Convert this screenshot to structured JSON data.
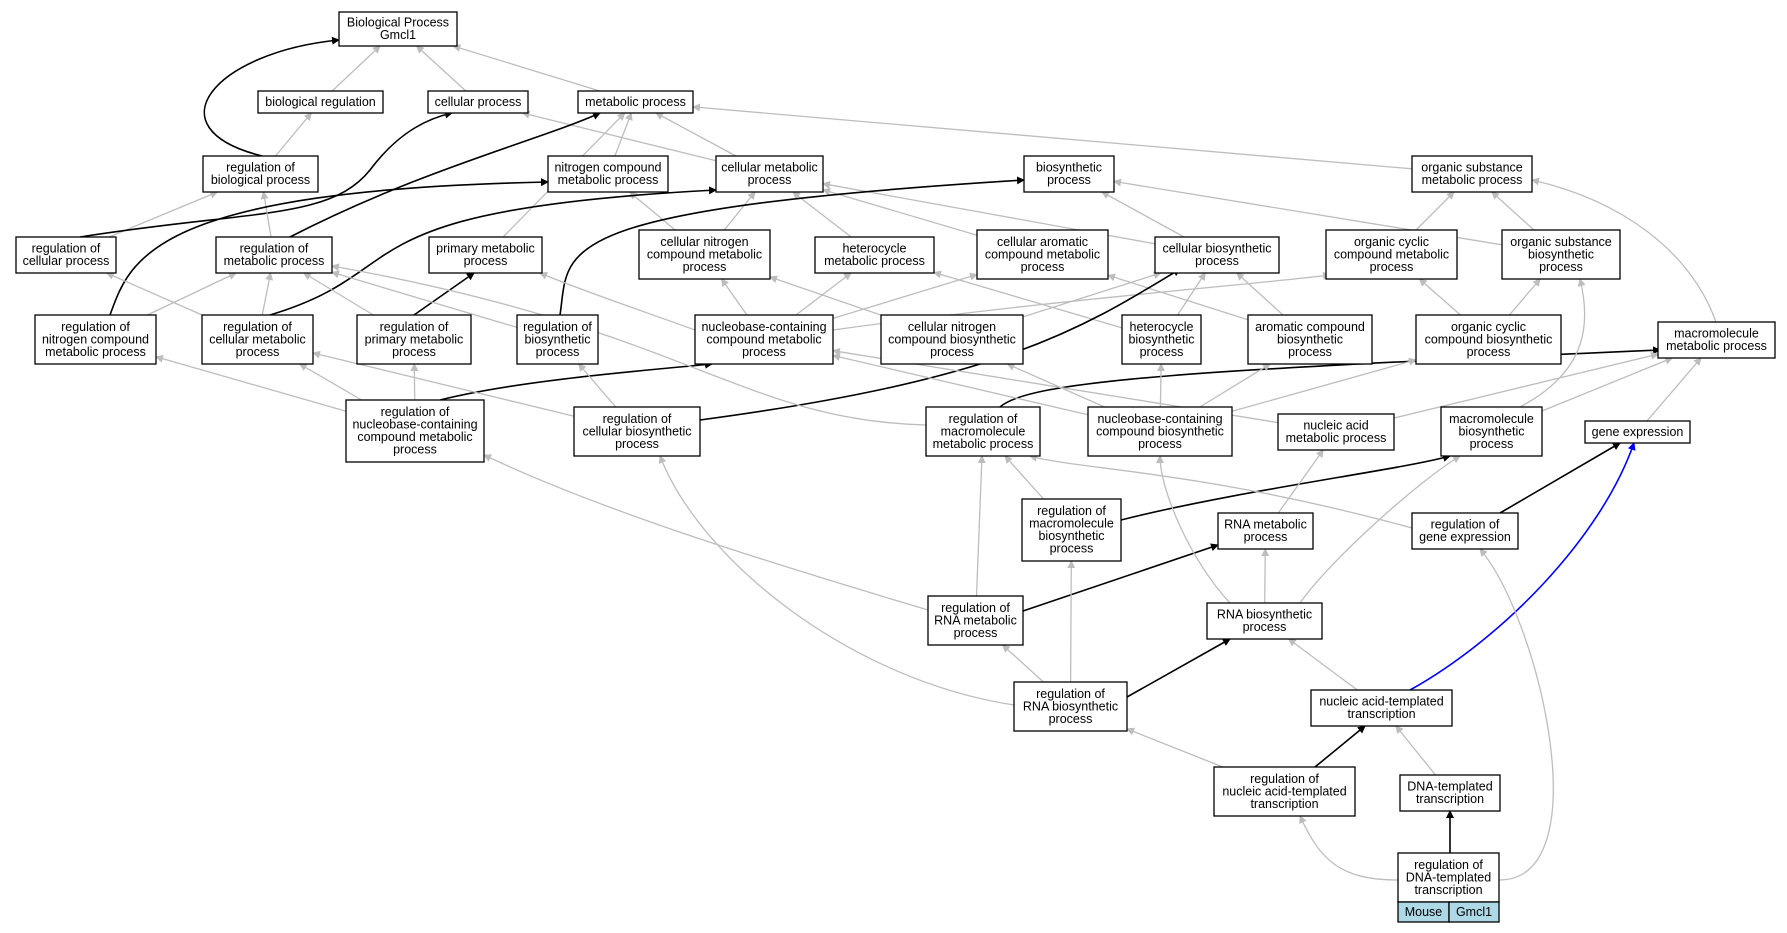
{
  "graph": {
    "colors": {
      "grey": "#bdbdbd",
      "black": "#000000",
      "blue": "#0000ff",
      "tag_fill": "#add8e6"
    },
    "nodes": [
      {
        "id": "root",
        "lines": [
          "Biological Process",
          "Gmcl1"
        ]
      },
      {
        "id": "bioreg",
        "lines": [
          "biological regulation"
        ]
      },
      {
        "id": "cellproc",
        "lines": [
          "cellular process"
        ]
      },
      {
        "id": "metproc",
        "lines": [
          "metabolic process"
        ]
      },
      {
        "id": "regbio",
        "lines": [
          "regulation of",
          "biological process"
        ]
      },
      {
        "id": "nitmet",
        "lines": [
          "nitrogen compound",
          "metabolic process"
        ]
      },
      {
        "id": "cellmet",
        "lines": [
          "cellular metabolic",
          "process"
        ]
      },
      {
        "id": "biosyn",
        "lines": [
          "biosynthetic",
          "process"
        ]
      },
      {
        "id": "orgsubmet",
        "lines": [
          "organic substance",
          "metabolic process"
        ]
      },
      {
        "id": "regcell",
        "lines": [
          "regulation of",
          "cellular process"
        ]
      },
      {
        "id": "regmet",
        "lines": [
          "regulation of",
          "metabolic process"
        ]
      },
      {
        "id": "primmet",
        "lines": [
          "primary metabolic",
          "process"
        ]
      },
      {
        "id": "cellnitmet",
        "lines": [
          "cellular nitrogen",
          "compound metabolic",
          "process"
        ]
      },
      {
        "id": "hetmet",
        "lines": [
          "heterocycle",
          "metabolic process"
        ]
      },
      {
        "id": "cellaromet",
        "lines": [
          "cellular aromatic",
          "compound metabolic",
          "process"
        ]
      },
      {
        "id": "cellbiosyn",
        "lines": [
          "cellular biosynthetic",
          "process"
        ]
      },
      {
        "id": "orgcycmet",
        "lines": [
          "organic cyclic",
          "compound metabolic",
          "process"
        ]
      },
      {
        "id": "orgsubbiosyn",
        "lines": [
          "organic substance",
          "biosynthetic",
          "process"
        ]
      },
      {
        "id": "regnitmet",
        "lines": [
          "regulation of",
          "nitrogen compound",
          "metabolic process"
        ]
      },
      {
        "id": "regcellmet",
        "lines": [
          "regulation of",
          "cellular metabolic",
          "process"
        ]
      },
      {
        "id": "regprimmet",
        "lines": [
          "regulation of",
          "primary metabolic",
          "process"
        ]
      },
      {
        "id": "regbiosyn",
        "lines": [
          "regulation of",
          "biosynthetic",
          "process"
        ]
      },
      {
        "id": "nucbasemet",
        "lines": [
          "nucleobase-containing",
          "compound metabolic",
          "process"
        ]
      },
      {
        "id": "cellnitbiosyn",
        "lines": [
          "cellular nitrogen",
          "compound biosynthetic",
          "process"
        ]
      },
      {
        "id": "hetbiosyn",
        "lines": [
          "heterocycle",
          "biosynthetic",
          "process"
        ]
      },
      {
        "id": "arobiosyn",
        "lines": [
          "aromatic compound",
          "biosynthetic",
          "process"
        ]
      },
      {
        "id": "orgcycbiosyn",
        "lines": [
          "organic cyclic",
          "compound biosynthetic",
          "process"
        ]
      },
      {
        "id": "macromet",
        "lines": [
          "macromolecule",
          "metabolic process"
        ]
      },
      {
        "id": "regnucbasemet",
        "lines": [
          "regulation of",
          "nucleobase-containing",
          "compound metabolic",
          "process"
        ]
      },
      {
        "id": "regcellbiosyn",
        "lines": [
          "regulation of",
          "cellular biosynthetic",
          "process"
        ]
      },
      {
        "id": "regmacromet",
        "lines": [
          "regulation of",
          "macromolecule",
          "metabolic process"
        ]
      },
      {
        "id": "nucbasebiosyn",
        "lines": [
          "nucleobase-containing",
          "compound biosynthetic",
          "process"
        ]
      },
      {
        "id": "nucacidmet",
        "lines": [
          "nucleic acid",
          "metabolic process"
        ]
      },
      {
        "id": "macrobiosyn",
        "lines": [
          "macromolecule",
          "biosynthetic",
          "process"
        ]
      },
      {
        "id": "geneexp",
        "lines": [
          "gene expression"
        ]
      },
      {
        "id": "regmacrobiosyn",
        "lines": [
          "regulation of",
          "macromolecule",
          "biosynthetic",
          "process"
        ]
      },
      {
        "id": "rnamet",
        "lines": [
          "RNA metabolic",
          "process"
        ]
      },
      {
        "id": "reggeneexp",
        "lines": [
          "regulation of",
          "gene expression"
        ]
      },
      {
        "id": "regrnamet",
        "lines": [
          "regulation of",
          "RNA metabolic",
          "process"
        ]
      },
      {
        "id": "rnabiosyn",
        "lines": [
          "RNA biosynthetic",
          "process"
        ]
      },
      {
        "id": "regrnabiosyn",
        "lines": [
          "regulation of",
          "RNA biosynthetic",
          "process"
        ]
      },
      {
        "id": "nuctrans",
        "lines": [
          "nucleic acid-templated",
          "transcription"
        ]
      },
      {
        "id": "regnuctrans",
        "lines": [
          "regulation of",
          "nucleic acid-templated",
          "transcription"
        ]
      },
      {
        "id": "dnatrans",
        "lines": [
          "DNA-templated",
          "transcription"
        ]
      },
      {
        "id": "regdnatrans",
        "lines": [
          "regulation of",
          "DNA-templated",
          "transcription"
        ]
      }
    ],
    "tags": [
      "Mouse",
      "Gmcl1"
    ],
    "edges": [
      {
        "from": "bioreg",
        "to": "root",
        "color": "grey"
      },
      {
        "from": "cellproc",
        "to": "root",
        "color": "grey"
      },
      {
        "from": "metproc",
        "to": "root",
        "color": "grey"
      },
      {
        "from": "regbio",
        "to": "root",
        "color": "black"
      },
      {
        "from": "regbio",
        "to": "bioreg",
        "color": "grey"
      },
      {
        "from": "nitmet",
        "to": "metproc",
        "color": "grey"
      },
      {
        "from": "cellmet",
        "to": "metproc",
        "color": "grey"
      },
      {
        "from": "cellmet",
        "to": "cellproc",
        "color": "grey"
      },
      {
        "from": "orgsubmet",
        "to": "metproc",
        "color": "grey"
      },
      {
        "from": "regcell",
        "to": "regbio",
        "color": "grey"
      },
      {
        "from": "regcell",
        "to": "cellproc",
        "color": "black"
      },
      {
        "from": "regmet",
        "to": "regbio",
        "color": "grey"
      },
      {
        "from": "regmet",
        "to": "metproc",
        "color": "black"
      },
      {
        "from": "primmet",
        "to": "metproc",
        "color": "grey"
      },
      {
        "from": "cellnitmet",
        "to": "nitmet",
        "color": "grey"
      },
      {
        "from": "cellnitmet",
        "to": "cellmet",
        "color": "grey"
      },
      {
        "from": "hetmet",
        "to": "cellmet",
        "color": "grey"
      },
      {
        "from": "cellaromet",
        "to": "cellmet",
        "color": "grey"
      },
      {
        "from": "cellbiosyn",
        "to": "biosyn",
        "color": "grey"
      },
      {
        "from": "cellbiosyn",
        "to": "cellmet",
        "color": "grey"
      },
      {
        "from": "orgcycmet",
        "to": "orgsubmet",
        "color": "grey"
      },
      {
        "from": "orgsubbiosyn",
        "to": "orgsubmet",
        "color": "grey"
      },
      {
        "from": "orgsubbiosyn",
        "to": "biosyn",
        "color": "grey"
      },
      {
        "from": "regnitmet",
        "to": "regmet",
        "color": "grey"
      },
      {
        "from": "regnitmet",
        "to": "nitmet",
        "color": "black"
      },
      {
        "from": "regcellmet",
        "to": "regcell",
        "color": "grey"
      },
      {
        "from": "regcellmet",
        "to": "regmet",
        "color": "grey"
      },
      {
        "from": "regcellmet",
        "to": "cellmet",
        "color": "black"
      },
      {
        "from": "regprimmet",
        "to": "regmet",
        "color": "grey"
      },
      {
        "from": "regprimmet",
        "to": "primmet",
        "color": "black"
      },
      {
        "from": "regbiosyn",
        "to": "regmet",
        "color": "grey"
      },
      {
        "from": "regbiosyn",
        "to": "biosyn",
        "color": "black"
      },
      {
        "from": "nucbasemet",
        "to": "cellnitmet",
        "color": "grey"
      },
      {
        "from": "nucbasemet",
        "to": "hetmet",
        "color": "grey"
      },
      {
        "from": "nucbasemet",
        "to": "cellaromet",
        "color": "grey"
      },
      {
        "from": "nucbasemet",
        "to": "orgcycmet",
        "color": "grey"
      },
      {
        "from": "nucbasemet",
        "to": "primmet",
        "color": "grey"
      },
      {
        "from": "cellnitbiosyn",
        "to": "cellnitmet",
        "color": "grey"
      },
      {
        "from": "cellnitbiosyn",
        "to": "cellbiosyn",
        "color": "grey"
      },
      {
        "from": "hetbiosyn",
        "to": "hetmet",
        "color": "grey"
      },
      {
        "from": "hetbiosyn",
        "to": "cellbiosyn",
        "color": "grey"
      },
      {
        "from": "arobiosyn",
        "to": "cellaromet",
        "color": "grey"
      },
      {
        "from": "arobiosyn",
        "to": "cellbiosyn",
        "color": "grey"
      },
      {
        "from": "orgcycbiosyn",
        "to": "orgcycmet",
        "color": "grey"
      },
      {
        "from": "orgcycbiosyn",
        "to": "orgsubbiosyn",
        "color": "grey"
      },
      {
        "from": "macromet",
        "to": "orgsubmet",
        "color": "grey"
      },
      {
        "from": "regnucbasemet",
        "to": "regcellmet",
        "color": "grey"
      },
      {
        "from": "regnucbasemet",
        "to": "regnitmet",
        "color": "grey"
      },
      {
        "from": "regnucbasemet",
        "to": "regprimmet",
        "color": "grey"
      },
      {
        "from": "regnucbasemet",
        "to": "nucbasemet",
        "color": "black"
      },
      {
        "from": "regcellbiosyn",
        "to": "regcellmet",
        "color": "grey"
      },
      {
        "from": "regcellbiosyn",
        "to": "regbiosyn",
        "color": "grey"
      },
      {
        "from": "regcellbiosyn",
        "to": "cellbiosyn",
        "color": "black"
      },
      {
        "from": "regmacromet",
        "to": "regmet",
        "color": "grey"
      },
      {
        "from": "regmacromet",
        "to": "macromet",
        "color": "black"
      },
      {
        "from": "nucbasebiosyn",
        "to": "nucbasemet",
        "color": "grey"
      },
      {
        "from": "nucbasebiosyn",
        "to": "cellnitbiosyn",
        "color": "grey"
      },
      {
        "from": "nucbasebiosyn",
        "to": "hetbiosyn",
        "color": "grey"
      },
      {
        "from": "nucbasebiosyn",
        "to": "arobiosyn",
        "color": "grey"
      },
      {
        "from": "nucbasebiosyn",
        "to": "orgcycbiosyn",
        "color": "grey"
      },
      {
        "from": "nucacidmet",
        "to": "nucbasemet",
        "color": "grey"
      },
      {
        "from": "nucacidmet",
        "to": "macromet",
        "color": "grey"
      },
      {
        "from": "macrobiosyn",
        "to": "macromet",
        "color": "grey"
      },
      {
        "from": "macrobiosyn",
        "to": "orgsubbiosyn",
        "color": "grey"
      },
      {
        "from": "geneexp",
        "to": "macromet",
        "color": "grey"
      },
      {
        "from": "regmacrobiosyn",
        "to": "regmacromet",
        "color": "grey"
      },
      {
        "from": "regmacrobiosyn",
        "to": "macrobiosyn",
        "color": "black"
      },
      {
        "from": "rnamet",
        "to": "nucacidmet",
        "color": "grey"
      },
      {
        "from": "reggeneexp",
        "to": "regmacromet",
        "color": "grey"
      },
      {
        "from": "reggeneexp",
        "to": "geneexp",
        "color": "black"
      },
      {
        "from": "regrnamet",
        "to": "regnucbasemet",
        "color": "grey"
      },
      {
        "from": "regrnamet",
        "to": "regmacromet",
        "color": "grey"
      },
      {
        "from": "regrnamet",
        "to": "rnamet",
        "color": "black"
      },
      {
        "from": "rnabiosyn",
        "to": "rnamet",
        "color": "grey"
      },
      {
        "from": "rnabiosyn",
        "to": "nucbasebiosyn",
        "color": "grey"
      },
      {
        "from": "rnabiosyn",
        "to": "macrobiosyn",
        "color": "grey"
      },
      {
        "from": "regrnabiosyn",
        "to": "regrnamet",
        "color": "grey"
      },
      {
        "from": "regrnabiosyn",
        "to": "regmacrobiosyn",
        "color": "grey"
      },
      {
        "from": "regrnabiosyn",
        "to": "regcellbiosyn",
        "color": "grey"
      },
      {
        "from": "regrnabiosyn",
        "to": "rnabiosyn",
        "color": "black"
      },
      {
        "from": "nuctrans",
        "to": "rnabiosyn",
        "color": "grey"
      },
      {
        "from": "nuctrans",
        "to": "geneexp",
        "color": "blue"
      },
      {
        "from": "regnuctrans",
        "to": "regrnabiosyn",
        "color": "grey"
      },
      {
        "from": "regnuctrans",
        "to": "nuctrans",
        "color": "black"
      },
      {
        "from": "dnatrans",
        "to": "nuctrans",
        "color": "grey"
      },
      {
        "from": "regdnatrans",
        "to": "regnuctrans",
        "color": "grey"
      },
      {
        "from": "regdnatrans",
        "to": "dnatrans",
        "color": "black"
      },
      {
        "from": "regdnatrans",
        "to": "reggeneexp",
        "color": "grey"
      }
    ]
  }
}
